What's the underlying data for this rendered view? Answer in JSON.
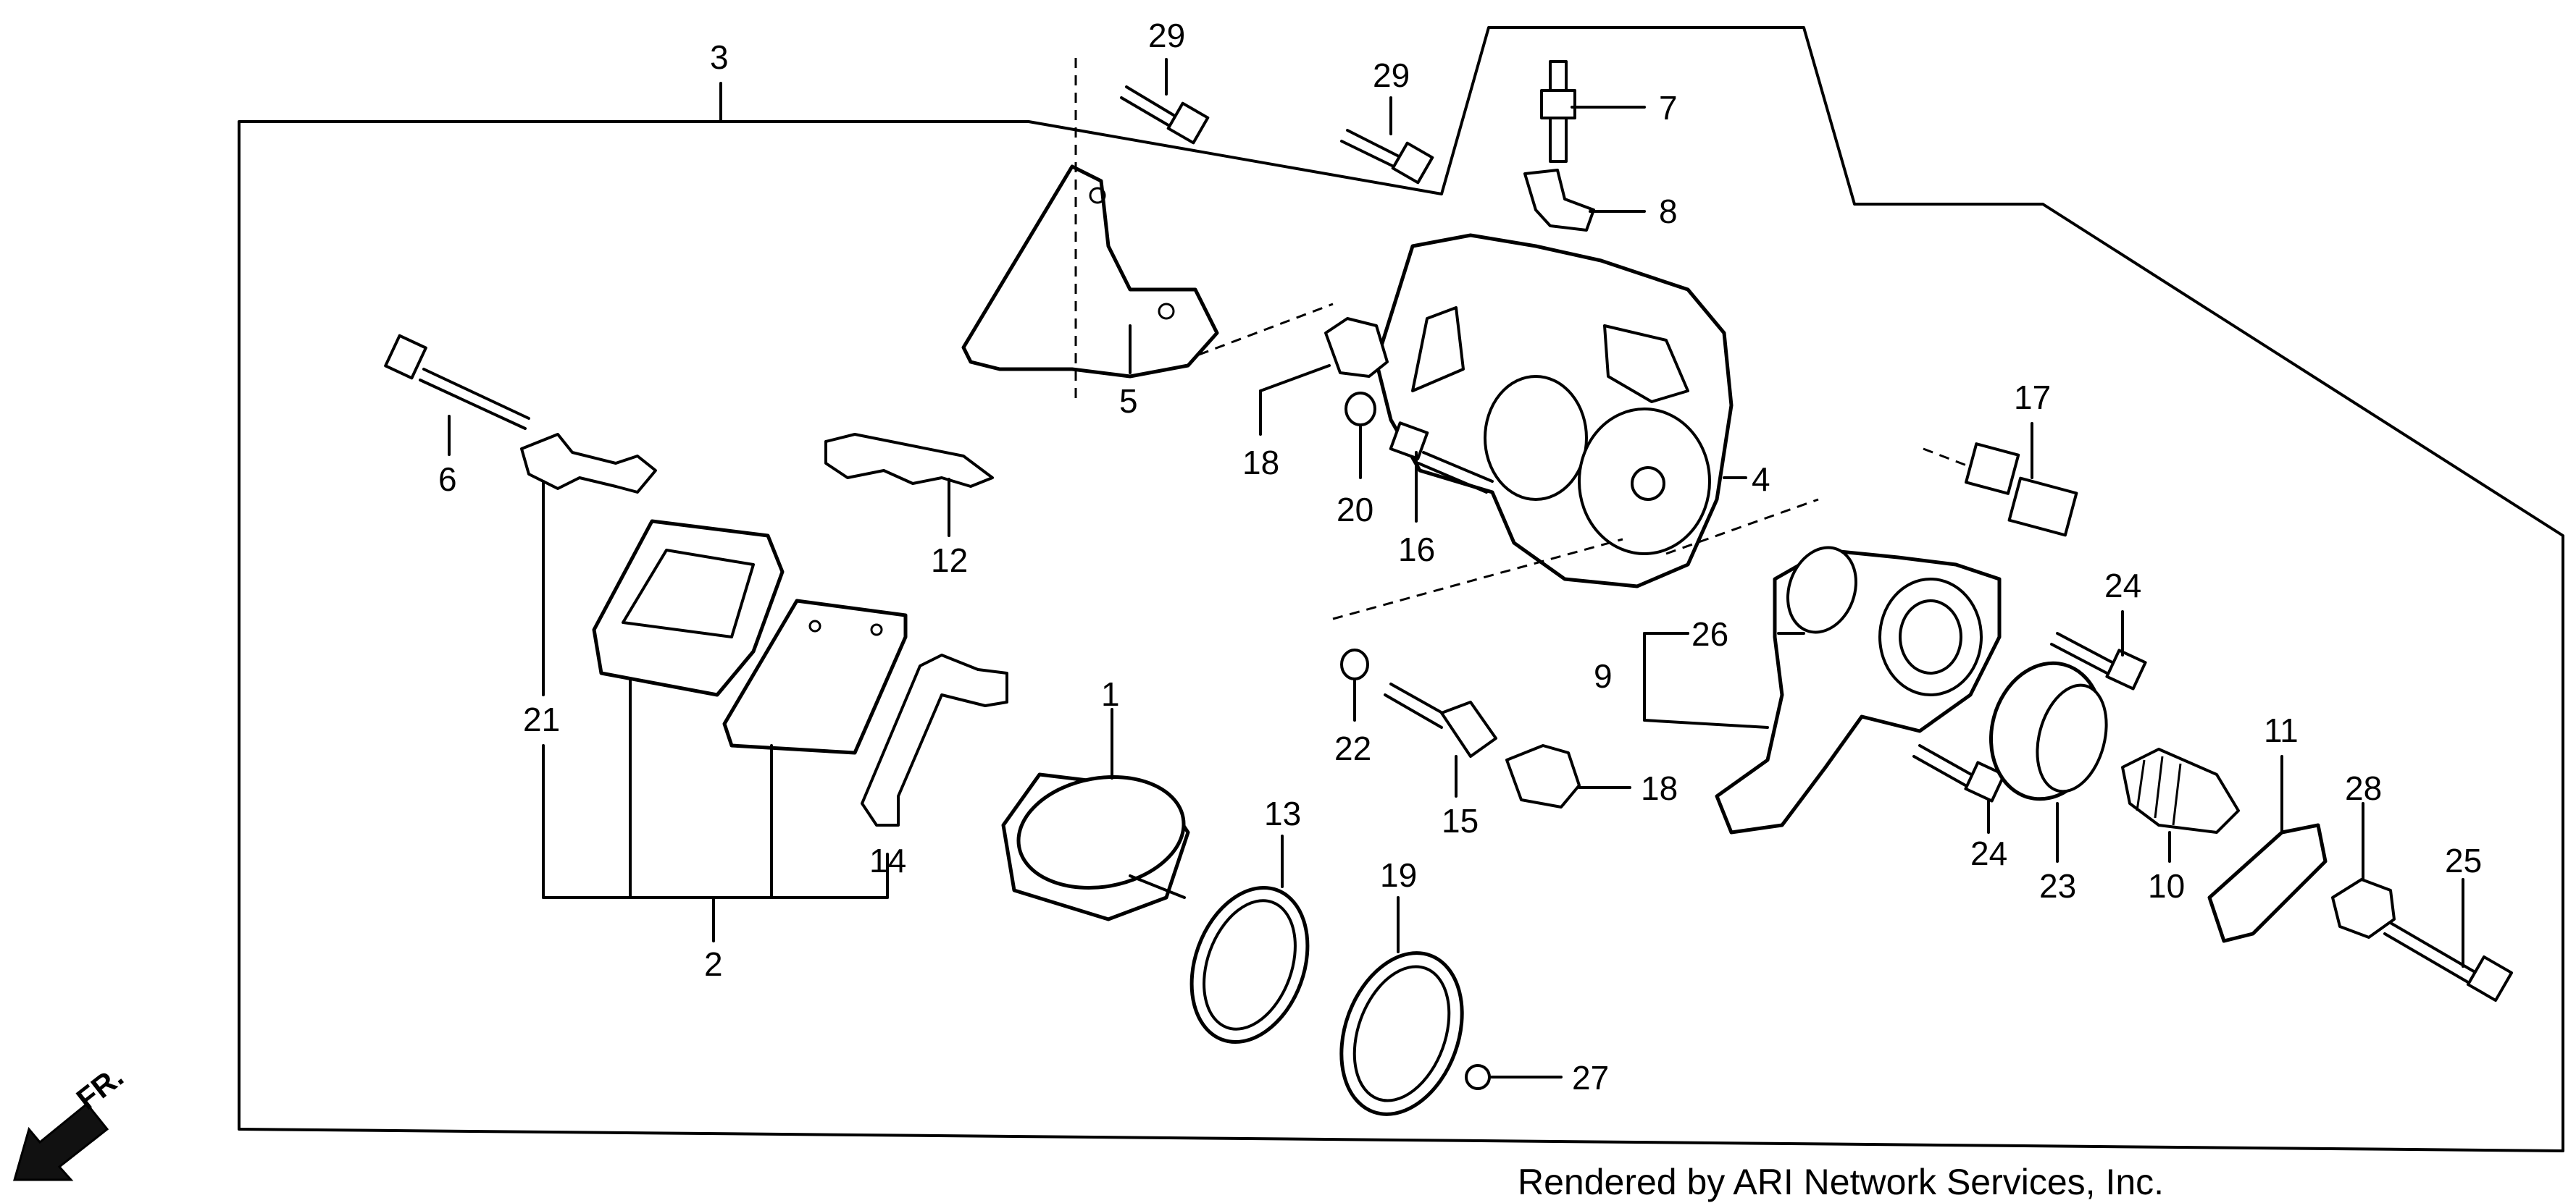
{
  "callouts": [
    {
      "id": "c1",
      "text": "1"
    },
    {
      "id": "c2",
      "text": "2"
    },
    {
      "id": "c3",
      "text": "3"
    },
    {
      "id": "c4",
      "text": "4"
    },
    {
      "id": "c5",
      "text": "5"
    },
    {
      "id": "c6",
      "text": "6"
    },
    {
      "id": "c7",
      "text": "7"
    },
    {
      "id": "c8",
      "text": "8"
    },
    {
      "id": "c9",
      "text": "9"
    },
    {
      "id": "c10",
      "text": "10"
    },
    {
      "id": "c11",
      "text": "11"
    },
    {
      "id": "c12",
      "text": "12"
    },
    {
      "id": "c13",
      "text": "13"
    },
    {
      "id": "c14",
      "text": "14"
    },
    {
      "id": "c15",
      "text": "15"
    },
    {
      "id": "c16",
      "text": "16"
    },
    {
      "id": "c17",
      "text": "17"
    },
    {
      "id": "c18a",
      "text": "18"
    },
    {
      "id": "c18b",
      "text": "18"
    },
    {
      "id": "c19",
      "text": "19"
    },
    {
      "id": "c20",
      "text": "20"
    },
    {
      "id": "c21",
      "text": "21"
    },
    {
      "id": "c22",
      "text": "22"
    },
    {
      "id": "c23",
      "text": "23"
    },
    {
      "id": "c24a",
      "text": "24"
    },
    {
      "id": "c24b",
      "text": "24"
    },
    {
      "id": "c25",
      "text": "25"
    },
    {
      "id": "c26",
      "text": "26"
    },
    {
      "id": "c27",
      "text": "27"
    },
    {
      "id": "c28",
      "text": "28"
    },
    {
      "id": "c29a",
      "text": "29"
    },
    {
      "id": "c29b",
      "text": "29"
    }
  ],
  "direction_marker": {
    "text": "FR.",
    "icon": "arrow-down-left-icon"
  },
  "credit": "Rendered by ARI Network Services, Inc."
}
